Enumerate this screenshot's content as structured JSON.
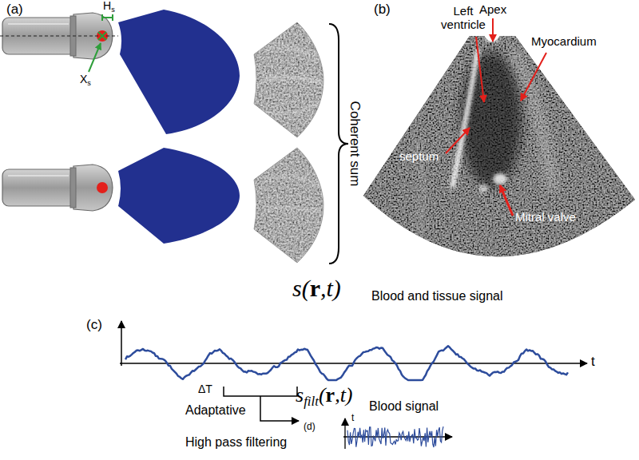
{
  "diagram": {
    "labels": [
      "(a)",
      "Hs",
      "Xs",
      "Coherent sum",
      "(b)",
      "Left ventricle",
      "Apex",
      "Myocardium",
      "septum",
      "Mitral valve",
      "s(r,t)",
      "Blood and tissue signal",
      "(c)",
      "t",
      "ΔT",
      "sfilt(r,t)",
      "Blood signal",
      "Adaptative",
      "(d)",
      "High pass filtering",
      "t"
    ]
  }
}
